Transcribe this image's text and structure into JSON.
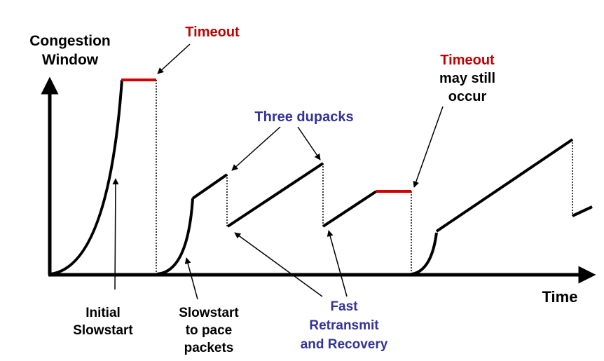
{
  "axes": {
    "y_label_line1": "Congestion",
    "y_label_line2": "Window",
    "x_label": "Time"
  },
  "annotations": {
    "timeout_1": "Timeout",
    "timeout_2_line1": "Timeout",
    "timeout_2_line2": "may still",
    "timeout_2_line3": "occur",
    "three_dupacks": "Three dupacks",
    "initial_line1": "Initial",
    "initial_line2": "Slowstart",
    "slowstart_line1": "Slowstart",
    "slowstart_line2": "to pace",
    "slowstart_line3": "packets",
    "fast_line1": "Fast",
    "fast_line2": "Retransmit",
    "fast_line3": "and Recovery"
  },
  "colors": {
    "line": "#000000",
    "timeout": "#d40000",
    "dupack": "#333399"
  }
}
